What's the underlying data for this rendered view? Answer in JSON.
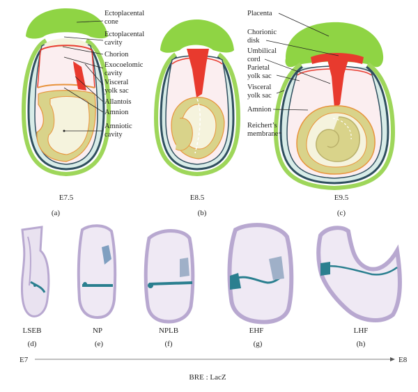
{
  "panel_a": {
    "stage": "E7.5",
    "letter": "(a)",
    "labels": {
      "ectoplacental_cone": [
        "Ectoplacental",
        "cone"
      ],
      "ectoplacental_cavity": [
        "Ectoplacental",
        "cavity"
      ],
      "chorion": "Chorion",
      "exocoelomic_cavity": [
        "Exocoelomic",
        "cavity"
      ],
      "visceral_yolk_sac": [
        "Visceral",
        "yolk sac"
      ],
      "allantois": "Allantois",
      "amnion": "Amnion",
      "amniotic_cavity": [
        "Amniotic",
        "cavity"
      ]
    }
  },
  "panel_b": {
    "stage": "E8.5",
    "letter": "(b)"
  },
  "panel_c": {
    "stage": "E9.5",
    "letter": "(c)",
    "labels": {
      "placenta": "Placenta",
      "chorionic_disk": [
        "Chorionic",
        "disk"
      ],
      "umbilical_cord": [
        "Umbilical",
        "cord"
      ],
      "parietal_yolk_sac": [
        "Parietal",
        "yolk sac"
      ],
      "visceral_yolk_sac": [
        "Visceral",
        "yolk sac"
      ],
      "amnion": "Amnion",
      "reicherts_membrane": [
        "Reichert’s",
        "membrane"
      ]
    }
  },
  "sections": [
    {
      "name": "LSEB",
      "letter": "(d)"
    },
    {
      "name": "NP",
      "letter": "(e)"
    },
    {
      "name": "NPLB",
      "letter": "(f)"
    },
    {
      "name": "EHF",
      "letter": "(g)"
    },
    {
      "name": "LHF",
      "letter": "(h)"
    }
  ],
  "timeline": {
    "start": "E7",
    "end": "E8"
  },
  "reporter": "BRE : LacZ",
  "colors": {
    "placenta_green": "#8fd444",
    "outer_membrane_green": "#9ed65a",
    "yolk_sac_blue": "#2f4f5f",
    "inner_teal": "#d8ece8",
    "chorion_red": "#e83a2e",
    "amnion_orange": "#e8923a",
    "embryo_yellow": "#d9d38a",
    "cavity_pink": "#fbeef0",
    "amniotic_cream": "#f5f3dd",
    "stain_purple": "#b8a8d0",
    "lacz_blue": "#2a7f8f"
  }
}
